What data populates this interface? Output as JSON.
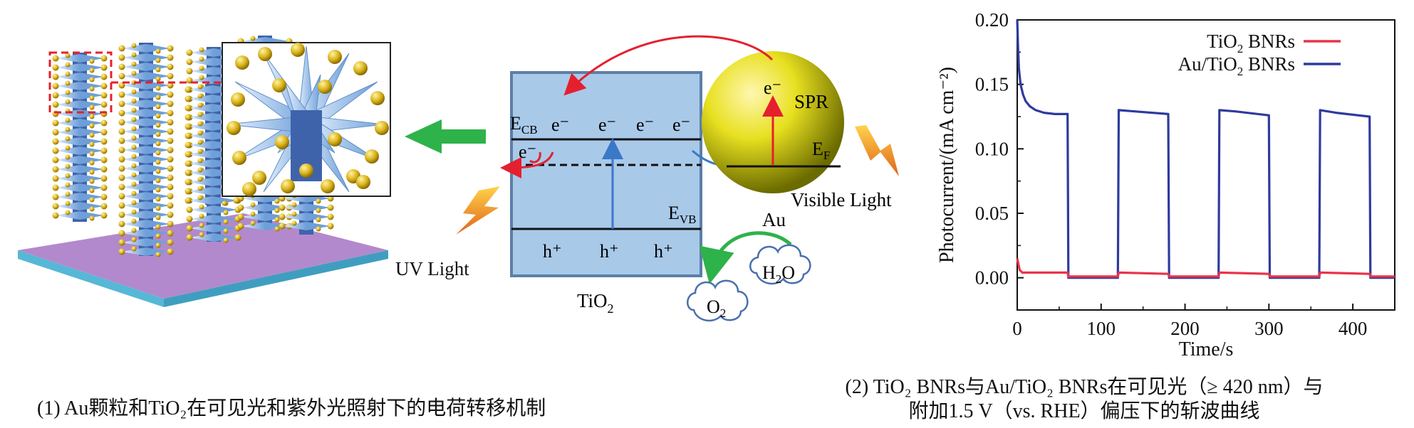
{
  "scheme": {
    "uv_light": "UV Light",
    "visible_light": "Visible Light",
    "tio2_base": "TiO",
    "tio2_sub": "2",
    "au_label": "Au",
    "spr_label": "SPR",
    "ecb_main": "E",
    "ecb_sub": "CB",
    "evb_main": "E",
    "evb_sub": "VB",
    "ef_main": "E",
    "ef_sub": "F",
    "electron": "e⁻",
    "hole": "h⁺",
    "h2o_base": "H",
    "h2o_sub": "2",
    "h2o_tail": "O",
    "o2_base": "O",
    "o2_sub": "2"
  },
  "chart_data": {
    "type": "line",
    "xlabel": "Time/s",
    "ylabel": "Photocurrent/(mA cm⁻²)",
    "xlim": [
      0,
      450
    ],
    "ylim": [
      -0.025,
      0.2
    ],
    "xticks": [
      "0",
      "100",
      "200",
      "300",
      "400"
    ],
    "yticks": [
      "0.00",
      "0.05",
      "0.10",
      "0.15",
      "0.20"
    ],
    "legend_position": "top-right",
    "series": [
      {
        "name": "TiO2 BNRs",
        "color": "#e8344a",
        "points": [
          [
            0,
            0.015
          ],
          [
            1,
            0.012
          ],
          [
            3,
            0.006
          ],
          [
            6,
            0.004
          ],
          [
            60,
            0.004
          ],
          [
            61,
            0.001
          ],
          [
            120,
            0.001
          ],
          [
            121,
            0.004
          ],
          [
            180,
            0.003
          ],
          [
            181,
            0.001
          ],
          [
            240,
            0.001
          ],
          [
            241,
            0.004
          ],
          [
            300,
            0.003
          ],
          [
            301,
            0.001
          ],
          [
            360,
            0.001
          ],
          [
            361,
            0.004
          ],
          [
            420,
            0.003
          ],
          [
            421,
            0.001
          ],
          [
            450,
            0.001
          ]
        ]
      },
      {
        "name": "Au/TiO2 BNRs",
        "color": "#2e3a9e",
        "points": [
          [
            0,
            0.2
          ],
          [
            1,
            0.178
          ],
          [
            2,
            0.162
          ],
          [
            4,
            0.15
          ],
          [
            7,
            0.142
          ],
          [
            10,
            0.137
          ],
          [
            15,
            0.133
          ],
          [
            22,
            0.13
          ],
          [
            32,
            0.128
          ],
          [
            45,
            0.127
          ],
          [
            60,
            0.127
          ],
          [
            61,
            0.0
          ],
          [
            120,
            0.0
          ],
          [
            121,
            0.13
          ],
          [
            140,
            0.129
          ],
          [
            180,
            0.127
          ],
          [
            181,
            0.0
          ],
          [
            240,
            0.0
          ],
          [
            241,
            0.13
          ],
          [
            260,
            0.129
          ],
          [
            300,
            0.126
          ],
          [
            301,
            0.0
          ],
          [
            360,
            0.0
          ],
          [
            361,
            0.13
          ],
          [
            380,
            0.128
          ],
          [
            420,
            0.125
          ],
          [
            421,
            0.0
          ],
          [
            450,
            0.0
          ]
        ]
      }
    ],
    "legend": [
      {
        "base": "TiO",
        "sub": "2",
        "tail": " BNRs"
      },
      {
        "base": "Au/TiO",
        "sub": "2",
        "tail": " BNRs"
      }
    ]
  },
  "captions": {
    "left": "(1) Au颗粒和TiO₂在可见光和紫外光照射下的电荷转移机制",
    "right_line1": "(2) TiO₂ BNRs与Au/TiO₂ BNRs在可见光（≥ 420 nm）与",
    "right_line2": "附加1.5 V（vs. RHE）偏压下的斩波曲线"
  }
}
